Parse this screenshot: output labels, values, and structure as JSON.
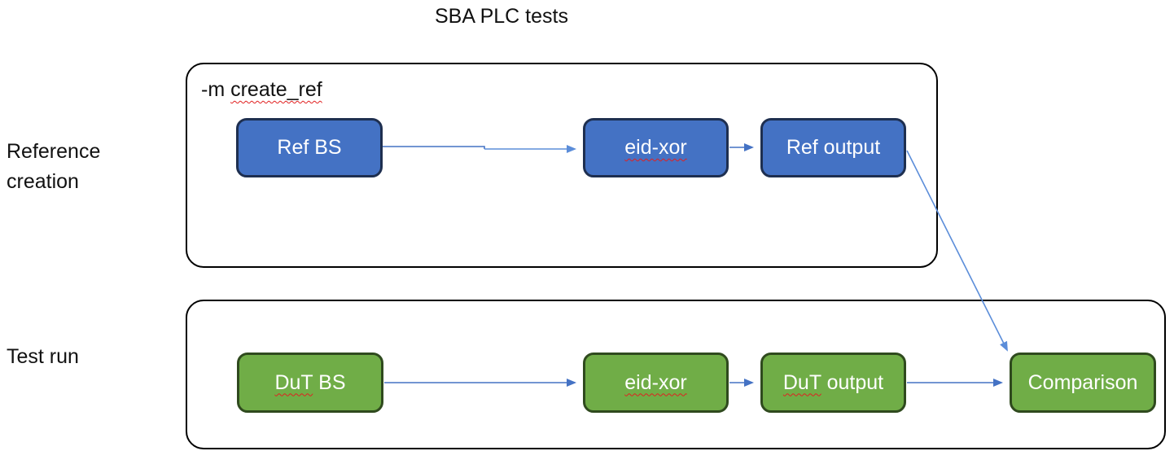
{
  "title": "SBA PLC tests",
  "colors": {
    "blue_fill": "#4472C4",
    "blue_border": "#1E2F50",
    "green_fill": "#70AD47",
    "green_border": "#2F4A1E",
    "container_border": "#000000",
    "arrow_dark": "#4472C4",
    "arrow_light": "#5B8DD9",
    "squiggle": "#E02020",
    "node_text": "#FFFFFF",
    "label_text": "#111111"
  },
  "reference_section": {
    "label_line1": "Reference",
    "label_line2": "creation",
    "annotation_prefix": "-m ",
    "annotation_misspelled": "create_ref",
    "nodes": {
      "ref_bs": {
        "label": "Ref BS"
      },
      "eid_xor": {
        "label": "eid-xor"
      },
      "ref_output": {
        "label": "Ref output"
      }
    }
  },
  "test_section": {
    "label": "Test run",
    "nodes": {
      "dut_bs": {
        "misspelled_part": "DuT",
        "rest": " BS"
      },
      "eid_xor": {
        "label": "eid-xor"
      },
      "dut_output": {
        "misspelled_part": "DuT",
        "rest": " output"
      },
      "comparison": {
        "label": "Comparison"
      }
    }
  },
  "edges": [
    "Ref BS -> eid-xor",
    "eid-xor -> Ref output",
    "Ref output -> Comparison",
    "DuT BS -> eid-xor",
    "eid-xor -> DuT output",
    "DuT output -> Comparison"
  ]
}
